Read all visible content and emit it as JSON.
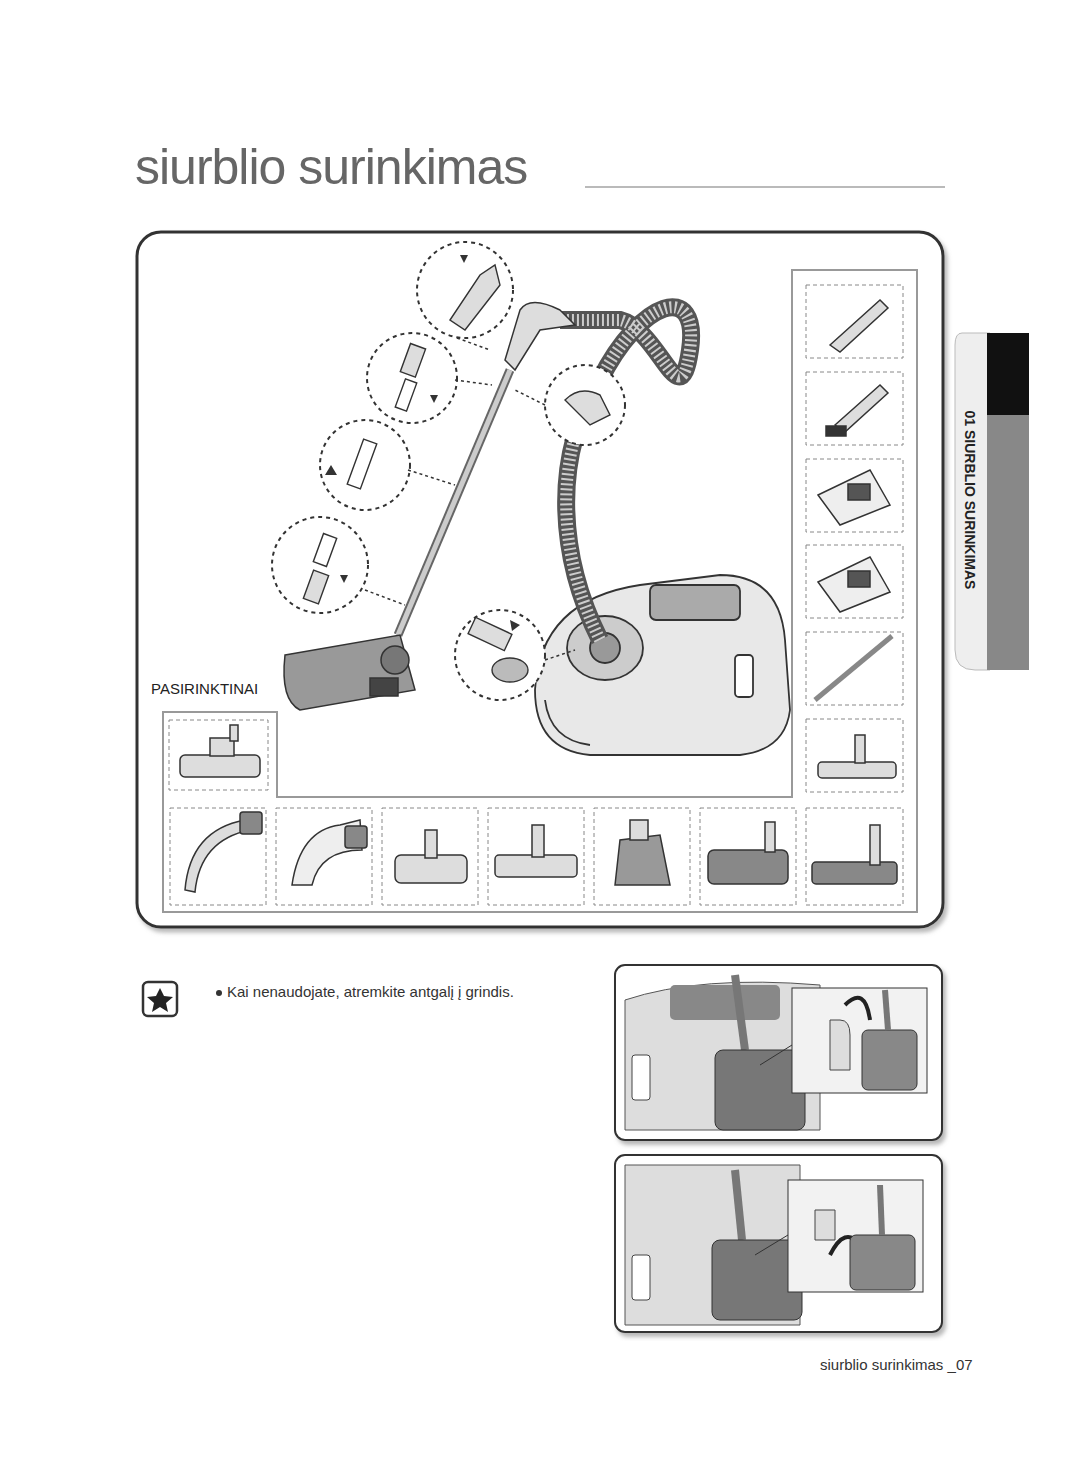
{
  "diagram": {
    "title": "siurblio surinkimas",
    "nodes": [
      {
        "text": [
          "PASIRINKTINAI"
        ]
      },
      {
        "text": [
          "01 SIURBLIO SURINKIMAS"
        ]
      }
    ],
    "labels": [
      "Kai nenaudojate, atremkite antgalį į grindis.",
      "siurblio surinkimas _07"
    ]
  }
}
